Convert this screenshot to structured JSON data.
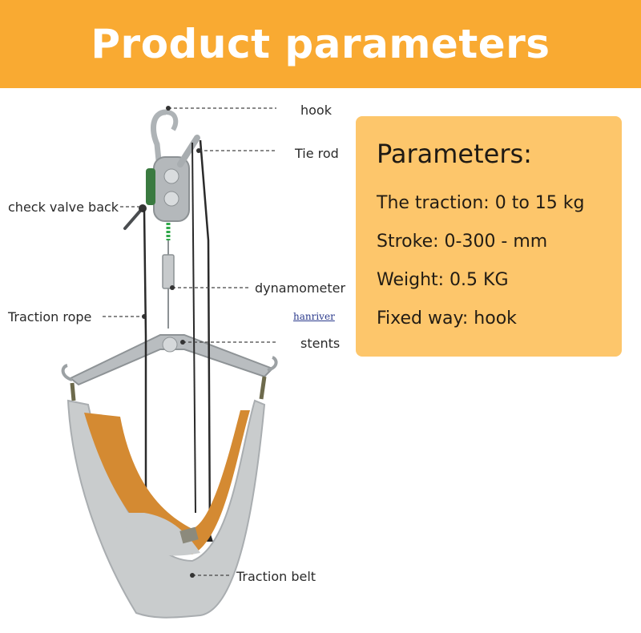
{
  "header": {
    "title": "Product parameters"
  },
  "parameters": {
    "title": "Parameters:",
    "rows": [
      "The traction: 0 to 15 kg",
      "Stroke: 0-300 - mm",
      "Weight: 0.5 KG",
      "Fixed way: hook"
    ]
  },
  "callouts": {
    "hook": "hook",
    "tie_rod": "Tie rod",
    "check_valve_back": "check valve back",
    "dynamometer": "dynamometer",
    "traction_rope": "Traction rope",
    "stents": "stents",
    "traction_belt": "Traction belt"
  },
  "watermark": "hanriver",
  "colors": {
    "header_bg": "#f9aa32",
    "card_bg": "#fdc66b",
    "belt_orange": "#d48a32",
    "belt_gray": "#c9cccd",
    "metal": "#b9bdc0"
  }
}
